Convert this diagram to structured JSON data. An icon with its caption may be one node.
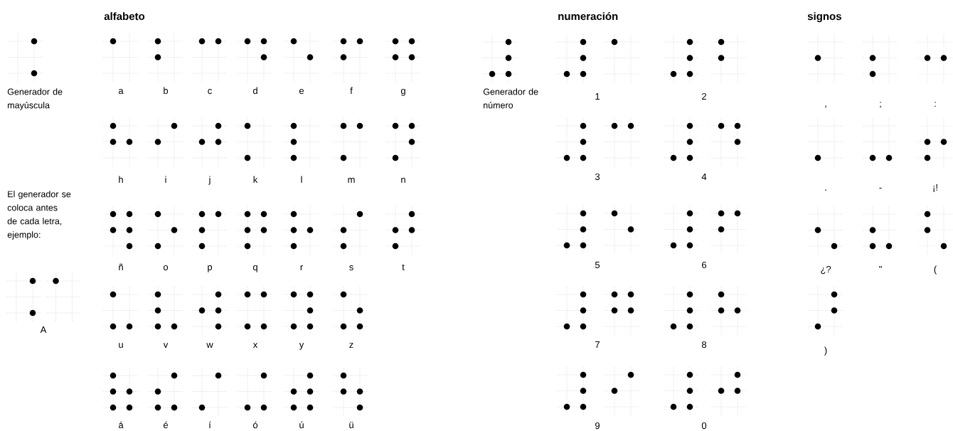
{
  "diagram": {
    "labels": [
      "alfabeto",
      "numeración",
      "signos",
      "Generador de mayúscula",
      "El generador se coloca antes de cada letra, ejemplo:",
      "A",
      "a",
      "b",
      "c",
      "d",
      "e",
      "f",
      "g",
      "h",
      "i",
      "j",
      "k",
      "l",
      "m",
      "n",
      "ñ",
      "o",
      "p",
      "q",
      "r",
      "s",
      "t",
      "u",
      "v",
      "w",
      "x",
      "y",
      "z",
      "á",
      "é",
      "í",
      "ó",
      "ú",
      "ü",
      "Generador de número",
      "1",
      "2",
      "3",
      "4",
      "5",
      "6",
      "7",
      "8",
      "9",
      "0",
      ",",
      ";",
      ":",
      ".",
      "-",
      "¡!",
      "¿?",
      "\"",
      "(",
      ")"
    ]
  }
}
